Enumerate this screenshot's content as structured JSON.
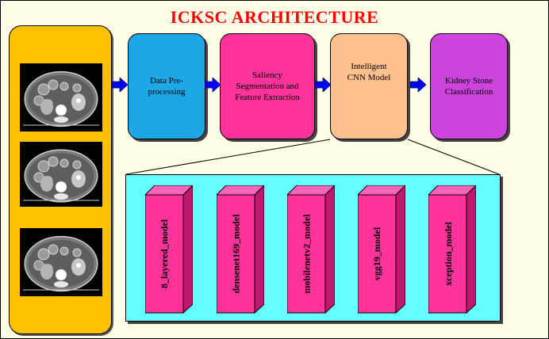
{
  "title": "ICKSC ARCHITECTURE",
  "colors": {
    "title": "#ff0000",
    "background": "#ffffe7",
    "left_panel": "#ffc000",
    "preprocessing": "#1ea7e6",
    "segmentation": "#ff3399",
    "cnn": "#ffc090",
    "classification": "#cc44dd",
    "models_panel": "#66ffff",
    "cube_front": "#ff3399",
    "arrow": "#0000ff"
  },
  "pipeline": {
    "preprocessing": "Data Pre-processing",
    "segmentation": "Saliency Segmentation and Feature Extraction",
    "cnn": "Intelligent CNN Model",
    "classification": "Kidney Stone Classification"
  },
  "models": [
    "8_layered_model",
    "densenet169_model",
    "mobilenetv2_model",
    "vgg19_model",
    "xception_model"
  ]
}
